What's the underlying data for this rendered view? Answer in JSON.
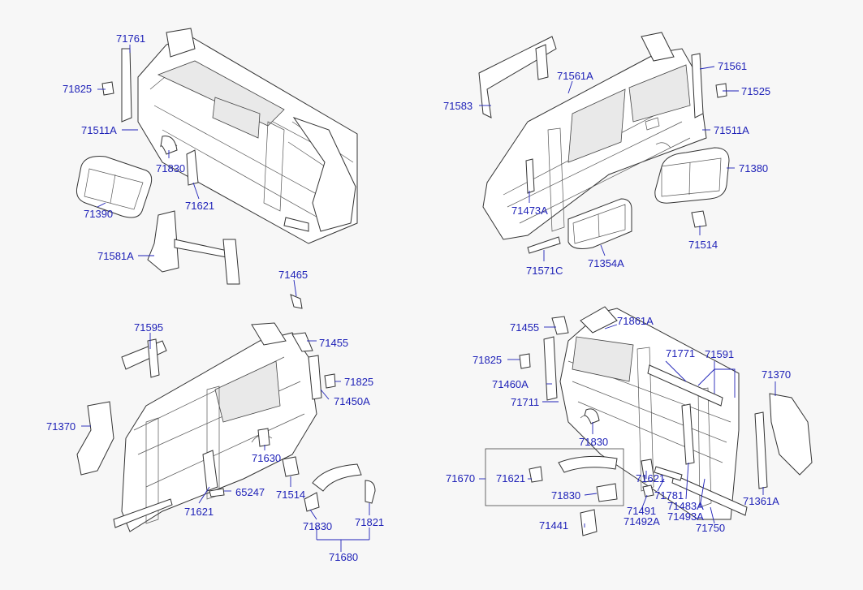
{
  "labels": {
    "l71761": "71761",
    "l71825a": "71825",
    "l71511a": "71511A",
    "l71830a": "71830",
    "l71390": "71390",
    "l71621a": "71621",
    "l71581a": "71581A",
    "l71465": "71465",
    "l71583": "71583",
    "l71561a": "71561A",
    "l71561": "71561",
    "l71525": "71525",
    "l71511b": "71511A",
    "l71380": "71380",
    "l71473a": "71473A",
    "l71514a": "71514",
    "l71571c": "71571C",
    "l71354a": "71354A",
    "l71595": "71595",
    "l71455a": "71455",
    "l71825b": "71825",
    "l71450a": "71450A",
    "l71370a": "71370",
    "l71630": "71630",
    "l65247": "65247",
    "l71514b": "71514",
    "l71621b": "71621",
    "l71830b": "71830",
    "l71821": "71821",
    "l71680": "71680",
    "l71455b": "71455",
    "l71861a": "71861A",
    "l71825c": "71825",
    "l71771": "71771",
    "l71591": "71591",
    "l71460a": "71460A",
    "l71711": "71711",
    "l71370b": "71370",
    "l71830c": "71830",
    "l71670": "71670",
    "l71621c": "71621",
    "l71621d": "71621",
    "l71830d": "71830",
    "l71781": "71781",
    "l71483a": "71483A",
    "l71493a": "71493A",
    "l71491": "71491",
    "l71492a": "71492A",
    "l71441": "71441",
    "l71750": "71750",
    "l71361a": "71361A"
  },
  "colors": {
    "label": "#1f22b8",
    "line": "#333333",
    "background": "#f7f7f7"
  }
}
